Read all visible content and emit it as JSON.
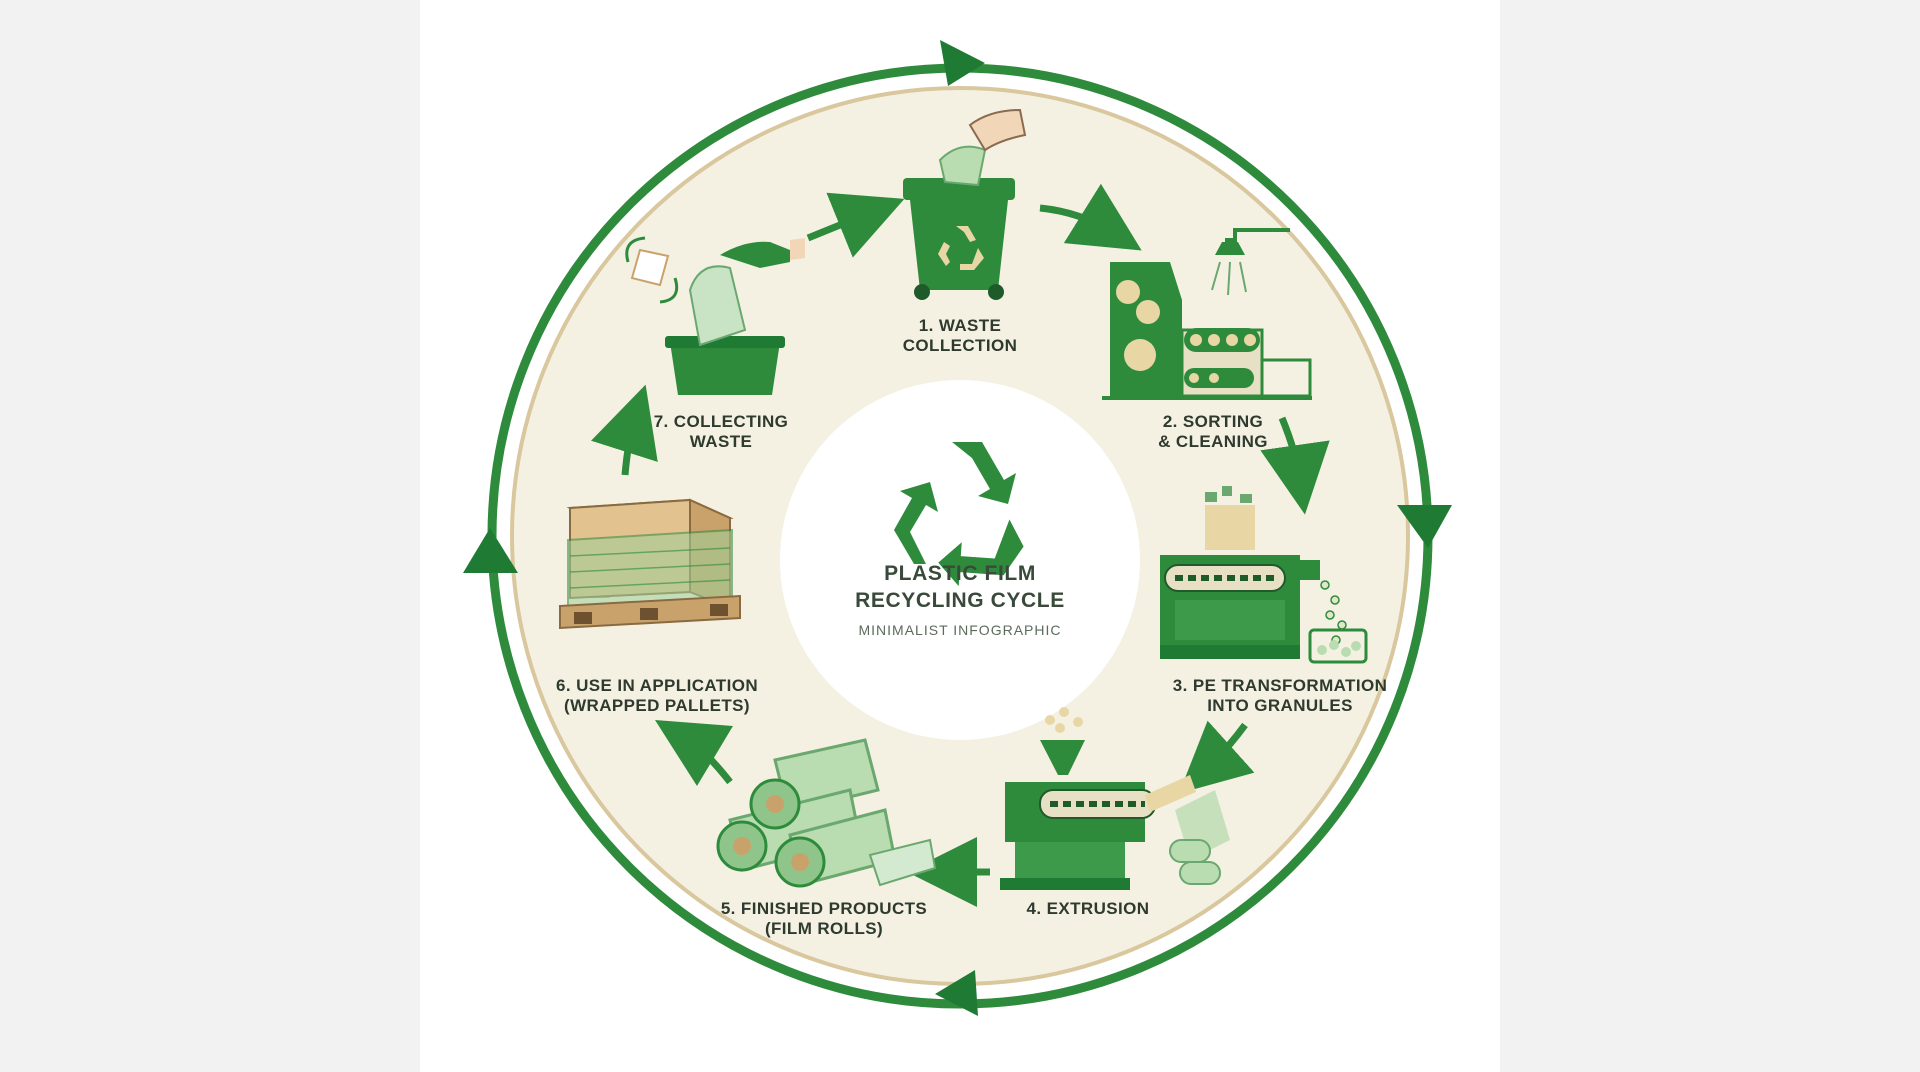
{
  "title": {
    "line1": "PLASTIC FILM",
    "line2": "RECYCLING CYCLE",
    "subtitle": "MINIMALIST INFOGRAPHIC"
  },
  "colors": {
    "green": "#2e8b3c",
    "dark_green": "#1f7a34",
    "cream": "#f4f1e3",
    "tan": "#d9c79e",
    "light_green": "#b9dcb0",
    "box": "#e2c28e"
  },
  "steps": [
    {
      "line1": "1. WASTE",
      "line2": "COLLECTION",
      "icon": "recycling-bin-icon"
    },
    {
      "line1": "2. SORTING",
      "line2": "& CLEANING",
      "icon": "sorting-machine-icon"
    },
    {
      "line1": "3. PE TRANSFORMATION",
      "line2": "INTO GRANULES",
      "icon": "granulator-icon"
    },
    {
      "line1": "4. EXTRUSION",
      "line2": "",
      "icon": "extruder-icon"
    },
    {
      "line1": "5. FINISHED PRODUCTS",
      "line2": "(FILM ROLLS)",
      "icon": "film-rolls-icon"
    },
    {
      "line1": "6. USE IN APPLICATION",
      "line2": "(WRAPPED PALLETS)",
      "icon": "wrapped-pallet-icon"
    },
    {
      "line1": "7. COLLECTING",
      "line2": "WASTE",
      "icon": "collecting-bin-icon"
    }
  ]
}
